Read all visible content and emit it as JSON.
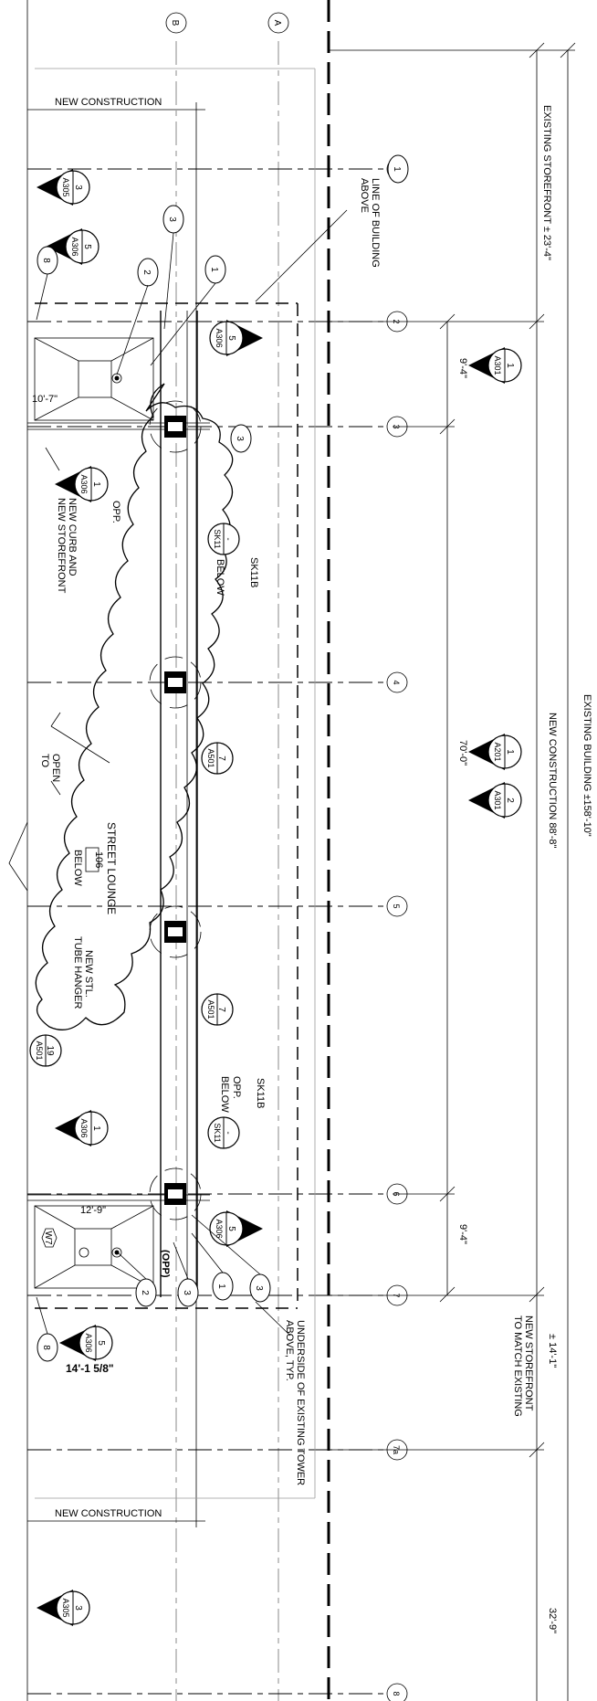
{
  "gridlines": {
    "letters": [
      "B",
      "A"
    ],
    "numbers": [
      "1",
      "2",
      "3",
      "4",
      "5",
      "6",
      "7",
      "7a",
      "8"
    ]
  },
  "dimensions": {
    "existing_storefront_top": "EXISTING STOREFRONT ± 23'-4\"",
    "existing_building": "EXISTING BUILDING ±158'-10\"",
    "new_construction": "NEW CONSTRUCTION 88'-8\"",
    "new_storefront_match_line1": "NEW STOREFRONT",
    "new_storefront_match_line2": "TO MATCH EXISTING",
    "plus_minus_14": "± 14'-1\"",
    "dim_32_9": "32'-9\"",
    "dim_70_0": "70'-0\"",
    "dim_9_4_top": "9'-4\"",
    "dim_9_4_bottom": "9'-4\"",
    "dim_10_7": "10'-7\"",
    "dim_12_9": "12'-9\"",
    "dim_14_1_58": "14'-1 5/8\""
  },
  "notes": {
    "new_construction_top": "NEW CONSTRUCTION",
    "new_construction_bottom": "NEW CONSTRUCTION",
    "line_of_building_1": "LINE OF BUILDING",
    "line_of_building_2": "ABOVE",
    "new_curb_1": "NEW CURB AND",
    "new_curb_2": "NEW STOREFRONT",
    "opp": "OPP.",
    "opp_paren": "(OPP)",
    "open_to_1": "OPEN",
    "open_to_2": "TO",
    "street_lounge": "STREET LOUNGE",
    "room_number": "106",
    "below": "BELOW",
    "new_stl_1": "NEW STL.",
    "new_stl_2": "TUBE HANGER",
    "underside_1": "UNDERSIDE OF EXISTING TOWER",
    "underside_2": "ABOVE, TYP.",
    "sk11b_top": "SK11B",
    "below_top": "BELOW",
    "sk11b_bottom": "SK11B",
    "opp_below_1": "OPP.",
    "opp_below_2": "BELOW",
    "window_tag": "W7"
  },
  "section_markers": {
    "a305": {
      "num": "3",
      "sheet": "A305"
    },
    "a306": {
      "num": "5",
      "sheet": "A306"
    },
    "a306_one": {
      "num": "1",
      "sheet": "A306"
    },
    "a301_one": {
      "num": "1",
      "sheet": "A301"
    },
    "a301_two": {
      "num": "2",
      "sheet": "A301"
    },
    "a201": {
      "num": "1",
      "sheet": "A201"
    }
  },
  "detail_bubbles": {
    "sk11_top": {
      "num": "-",
      "sheet": "SK11"
    },
    "sk11_bottom": {
      "num": "-",
      "sheet": "SK11"
    },
    "a501_a": {
      "num": "7",
      "sheet": "A501"
    },
    "a501_b": {
      "num": "7",
      "sheet": "A501"
    },
    "a501_c": {
      "num": "19",
      "sheet": "A501"
    }
  },
  "keynotes": [
    "1",
    "2",
    "3",
    "8"
  ]
}
